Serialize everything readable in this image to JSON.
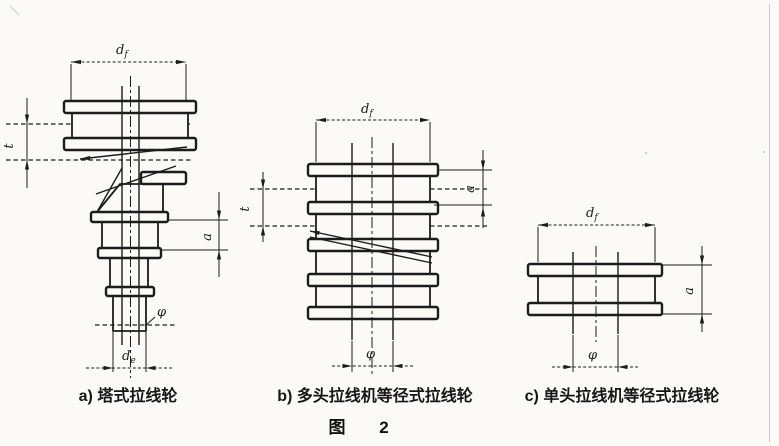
{
  "figure": {
    "label": "图",
    "number": "2"
  },
  "dim_labels": {
    "d": "d",
    "f": "f",
    "e": "e",
    "t": "t",
    "a": "a",
    "phi": "φ"
  },
  "diagrams": {
    "a": {
      "caption": "a) 塔式拉线轮"
    },
    "b": {
      "caption": "b) 多头拉线机等径式拉线轮"
    },
    "c": {
      "caption": "c) 单头拉线机等径式拉线轮"
    }
  },
  "colors": {
    "ink": "#1c1c1c",
    "paper": "#fbfaf7",
    "page_edge": "#c9c9c5"
  }
}
